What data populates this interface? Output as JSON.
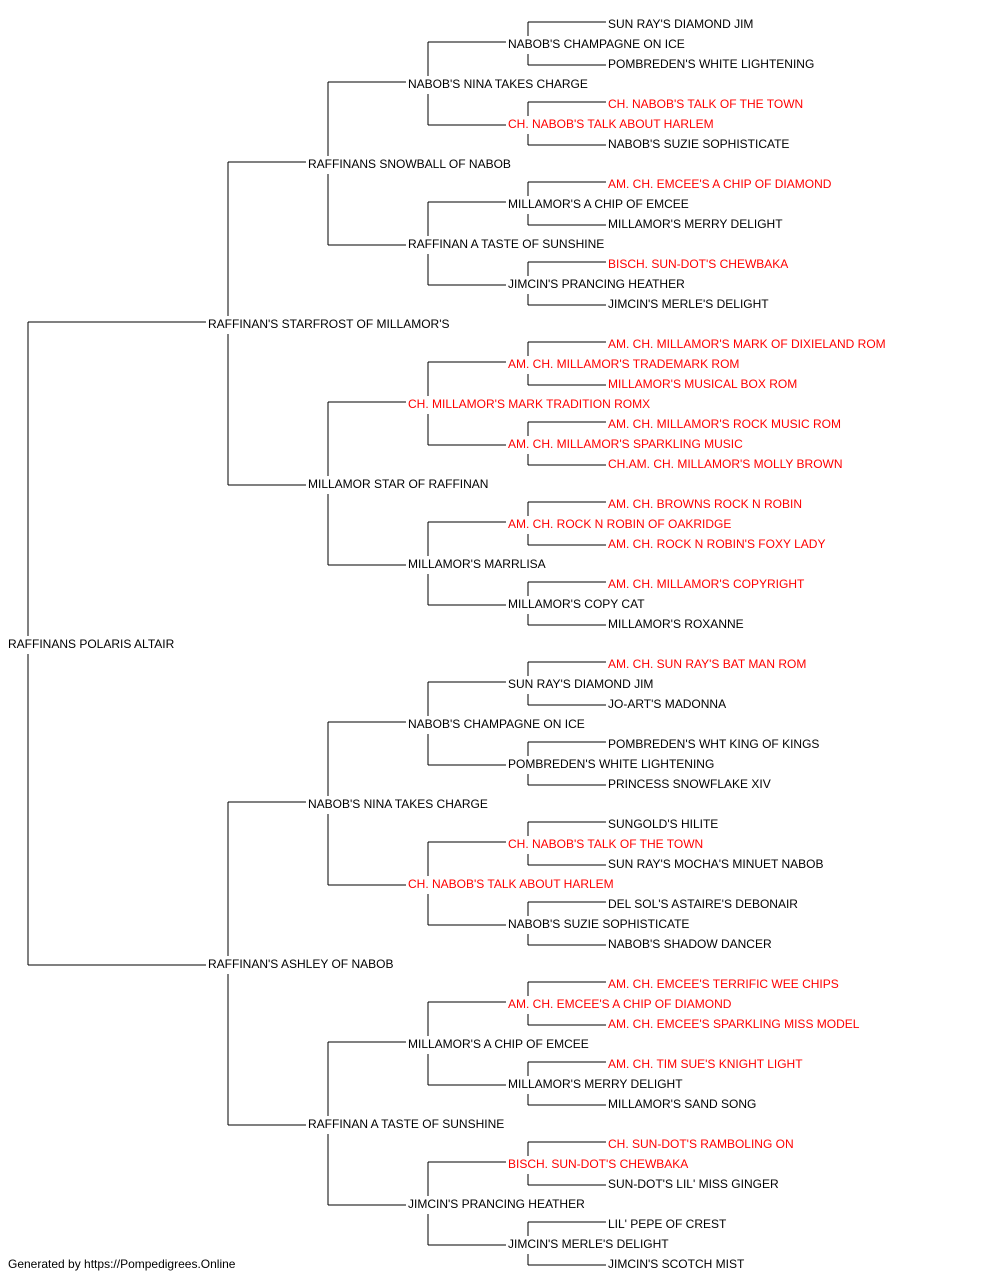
{
  "colors": {
    "champion": "#ff0000",
    "normal": "#000000",
    "line": "#000000"
  },
  "footer": "Generated by https://Pompedigrees.Online",
  "pedigree": {
    "name": "RAFFINANS POLARIS ALTAIR",
    "champion": false,
    "sire": {
      "name": "RAFFINAN'S STARFROST OF MILLAMOR'S",
      "champion": false,
      "sire": {
        "name": "RAFFINANS SNOWBALL OF NABOB",
        "champion": false,
        "sire": {
          "name": "NABOB'S NINA TAKES CHARGE",
          "champion": false,
          "sire": {
            "name": "NABOB'S CHAMPAGNE ON ICE",
            "champion": false,
            "sire": {
              "name": "SUN RAY'S DIAMOND JIM",
              "champion": false
            },
            "dam": {
              "name": "POMBREDEN'S WHITE LIGHTENING",
              "champion": false
            }
          },
          "dam": {
            "name": "CH. NABOB'S TALK ABOUT HARLEM",
            "champion": true,
            "sire": {
              "name": "CH. NABOB'S TALK OF THE TOWN",
              "champion": true
            },
            "dam": {
              "name": "NABOB'S SUZIE SOPHISTICATE",
              "champion": false
            }
          }
        },
        "dam": {
          "name": "RAFFINAN A TASTE OF SUNSHINE",
          "champion": false,
          "sire": {
            "name": "MILLAMOR'S A CHIP OF EMCEE",
            "champion": false,
            "sire": {
              "name": "AM. CH. EMCEE'S A CHIP OF DIAMOND",
              "champion": true
            },
            "dam": {
              "name": "MILLAMOR'S MERRY DELIGHT",
              "champion": false
            }
          },
          "dam": {
            "name": "JIMCIN'S PRANCING HEATHER",
            "champion": false,
            "sire": {
              "name": "BISCH. SUN-DOT'S CHEWBAKA",
              "champion": true
            },
            "dam": {
              "name": "JIMCIN'S MERLE'S DELIGHT",
              "champion": false
            }
          }
        }
      },
      "dam": {
        "name": "MILLAMOR STAR OF RAFFINAN",
        "champion": false,
        "sire": {
          "name": "CH. MILLAMOR'S MARK TRADITION ROMX",
          "champion": true,
          "sire": {
            "name": "AM. CH. MILLAMOR'S TRADEMARK ROM",
            "champion": true,
            "sire": {
              "name": "AM. CH. MILLAMOR'S MARK OF DIXIELAND ROM",
              "champion": true
            },
            "dam": {
              "name": "MILLAMOR'S MUSICAL BOX ROM",
              "champion": true
            }
          },
          "dam": {
            "name": "AM. CH. MILLAMOR'S SPARKLING MUSIC",
            "champion": true,
            "sire": {
              "name": "AM. CH. MILLAMOR'S ROCK MUSIC ROM",
              "champion": true
            },
            "dam": {
              "name": "CH.AM. CH. MILLAMOR'S MOLLY BROWN",
              "champion": true
            }
          }
        },
        "dam": {
          "name": "MILLAMOR'S MARRLISA",
          "champion": false,
          "sire": {
            "name": "AM. CH. ROCK N ROBIN OF OAKRIDGE",
            "champion": true,
            "sire": {
              "name": "AM. CH. BROWNS ROCK N ROBIN",
              "champion": true
            },
            "dam": {
              "name": "AM. CH. ROCK N ROBIN'S FOXY LADY",
              "champion": true
            }
          },
          "dam": {
            "name": "MILLAMOR'S COPY CAT",
            "champion": false,
            "sire": {
              "name": "AM. CH. MILLAMOR'S COPYRIGHT",
              "champion": true
            },
            "dam": {
              "name": "MILLAMOR'S ROXANNE",
              "champion": false
            }
          }
        }
      }
    },
    "dam": {
      "name": "RAFFINAN'S ASHLEY OF NABOB",
      "champion": false,
      "sire": {
        "name": "NABOB'S NINA TAKES CHARGE",
        "champion": false,
        "sire": {
          "name": "NABOB'S CHAMPAGNE ON ICE",
          "champion": false,
          "sire": {
            "name": "SUN RAY'S DIAMOND JIM",
            "champion": false,
            "sire": {
              "name": "AM. CH. SUN RAY'S BAT MAN ROM",
              "champion": true
            },
            "dam": {
              "name": "JO-ART'S MADONNA",
              "champion": false
            }
          },
          "dam": {
            "name": "POMBREDEN'S WHITE LIGHTENING",
            "champion": false,
            "sire": {
              "name": "POMBREDEN'S WHT KING OF KINGS",
              "champion": false
            },
            "dam": {
              "name": "PRINCESS SNOWFLAKE XIV",
              "champion": false
            }
          }
        },
        "dam": {
          "name": "CH. NABOB'S TALK ABOUT HARLEM",
          "champion": true,
          "sire": {
            "name": "CH. NABOB'S TALK OF THE TOWN",
            "champion": true,
            "sire": {
              "name": "SUNGOLD'S HILITE",
              "champion": false
            },
            "dam": {
              "name": "SUN RAY'S MOCHA'S MINUET NABOB",
              "champion": false
            }
          },
          "dam": {
            "name": "NABOB'S SUZIE SOPHISTICATE",
            "champion": false,
            "sire": {
              "name": "DEL SOL'S ASTAIRE'S DEBONAIR",
              "champion": false
            },
            "dam": {
              "name": "NABOB'S SHADOW DANCER",
              "champion": false
            }
          }
        }
      },
      "dam": {
        "name": "RAFFINAN A TASTE OF SUNSHINE",
        "champion": false,
        "sire": {
          "name": "MILLAMOR'S A CHIP OF EMCEE",
          "champion": false,
          "sire": {
            "name": "AM. CH. EMCEE'S A CHIP OF DIAMOND",
            "champion": true,
            "sire": {
              "name": "AM. CH. EMCEE'S TERRIFIC WEE CHIPS",
              "champion": true
            },
            "dam": {
              "name": "AM. CH. EMCEE'S SPARKLING MISS MODEL",
              "champion": true
            }
          },
          "dam": {
            "name": "MILLAMOR'S MERRY DELIGHT",
            "champion": false,
            "sire": {
              "name": "AM. CH. TIM SUE'S KNIGHT LIGHT",
              "champion": true
            },
            "dam": {
              "name": "MILLAMOR'S SAND SONG",
              "champion": false
            }
          }
        },
        "dam": {
          "name": "JIMCIN'S PRANCING HEATHER",
          "champion": false,
          "sire": {
            "name": "BISCH. SUN-DOT'S CHEWBAKA",
            "champion": true,
            "sire": {
              "name": "CH. SUN-DOT'S RAMBOLING ON",
              "champion": true
            },
            "dam": {
              "name": "SUN-DOT'S LIL' MISS GINGER",
              "champion": false
            }
          },
          "dam": {
            "name": "JIMCIN'S MERLE'S DELIGHT",
            "champion": false,
            "sire": {
              "name": "LIL' PEPE OF CREST",
              "champion": false
            },
            "dam": {
              "name": "JIMCIN'S SCOTCH MIST",
              "champion": false
            }
          }
        }
      }
    }
  }
}
